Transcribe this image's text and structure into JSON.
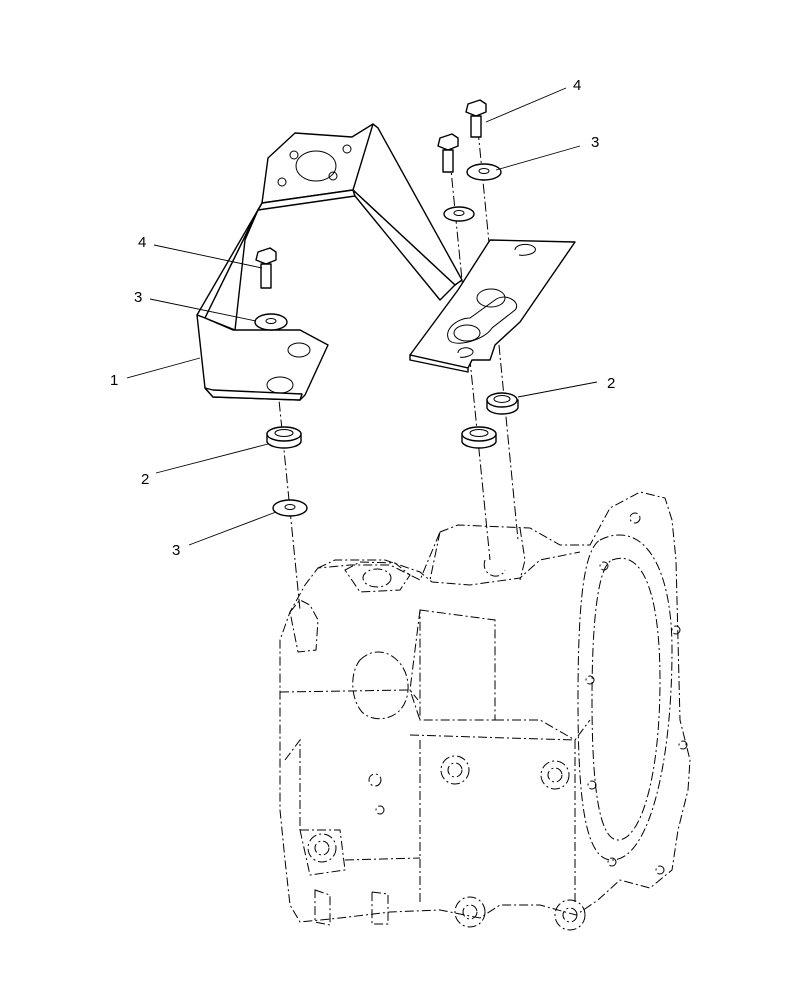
{
  "callouts": [
    {
      "id": "c-4-top",
      "label": "4"
    },
    {
      "id": "c-3-top",
      "label": "3"
    },
    {
      "id": "c-4-left",
      "label": "4"
    },
    {
      "id": "c-3-left",
      "label": "3"
    },
    {
      "id": "c-1",
      "label": "1"
    },
    {
      "id": "c-2-right",
      "label": "2"
    },
    {
      "id": "c-2-left",
      "label": "2"
    },
    {
      "id": "c-3-bottom",
      "label": "3"
    }
  ]
}
